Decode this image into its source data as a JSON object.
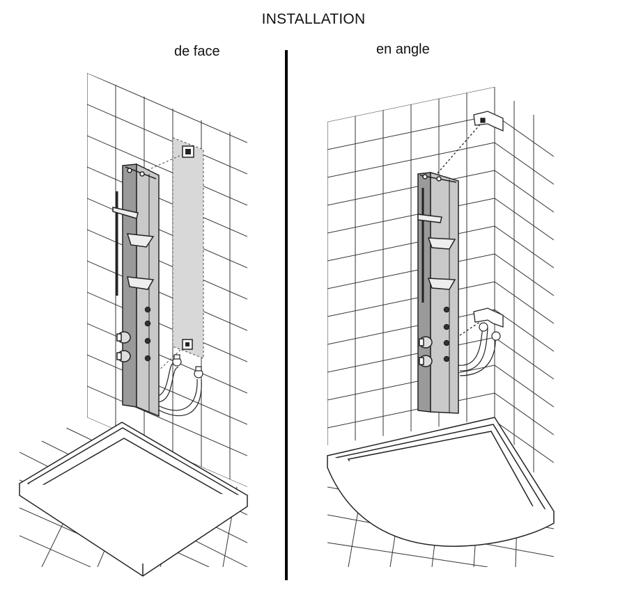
{
  "title": "INSTALLATION",
  "panels": [
    {
      "id": "front",
      "label": "de face"
    },
    {
      "id": "corner",
      "label": "en angle"
    }
  ],
  "colors": {
    "line": "#222222",
    "tile_line": "#333333",
    "column_fill": "#c9c9c9",
    "column_dark": "#9a9a9a",
    "template_fill": "#d8d8d8",
    "background": "#ffffff"
  }
}
